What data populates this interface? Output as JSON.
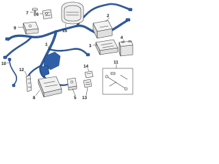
{
  "diagram": {
    "callouts": {
      "c1": "1",
      "c2": "2",
      "c3": "3",
      "c4": "4",
      "c5": "5",
      "c6": "6",
      "c7": "7",
      "c8": "8",
      "c9": "9",
      "c10": "10",
      "c11": "11",
      "c12": "12",
      "c13": "13",
      "c14": "14",
      "c15": "15"
    },
    "colors": {
      "harness": "#2f5fa8",
      "outline": "#2a2a2a",
      "background": "#ffffff"
    }
  }
}
